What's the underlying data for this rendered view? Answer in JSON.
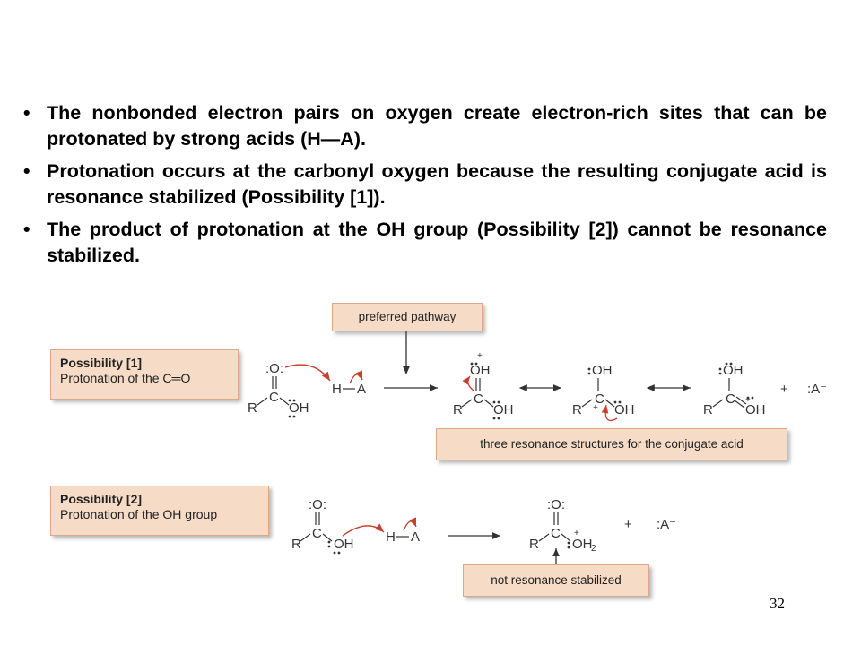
{
  "bullets": [
    "The nonbonded electron pairs on oxygen create electron-rich sites that can be protonated by strong acids (H—A).",
    "Protonation occurs at the carbonyl oxygen because the resulting conjugate acid is resonance stabilized (Possibility [1]).",
    "The product of protonation at the OH group (Possibility [2]) cannot be resonance stabilized."
  ],
  "bullet_symbol": "•",
  "possibility1": {
    "title": "Possibility [1]",
    "subtitle": "Protonation of the C═O"
  },
  "possibility2": {
    "title": "Possibility [2]",
    "subtitle": "Protonation of the OH group"
  },
  "callouts": {
    "preferred": "preferred pathway",
    "three_resonance": "three resonance structures for the conjugate acid",
    "not_stabilized": "not resonance stabilized"
  },
  "scheme": {
    "O": ":O:",
    "O_dot": "O",
    "OH": "OH",
    "R": "R",
    "C": "C",
    "H": "H",
    "A": "A",
    "OH2": "OH",
    "two": "2",
    "plus_charge": "+",
    "plus_sign": "+",
    "anion": ":A⁻"
  },
  "colors": {
    "box_fill": "#f6dbc6",
    "box_border": "#d9a98a",
    "curved_arrow": "#c8402e"
  },
  "page_number": "32"
}
